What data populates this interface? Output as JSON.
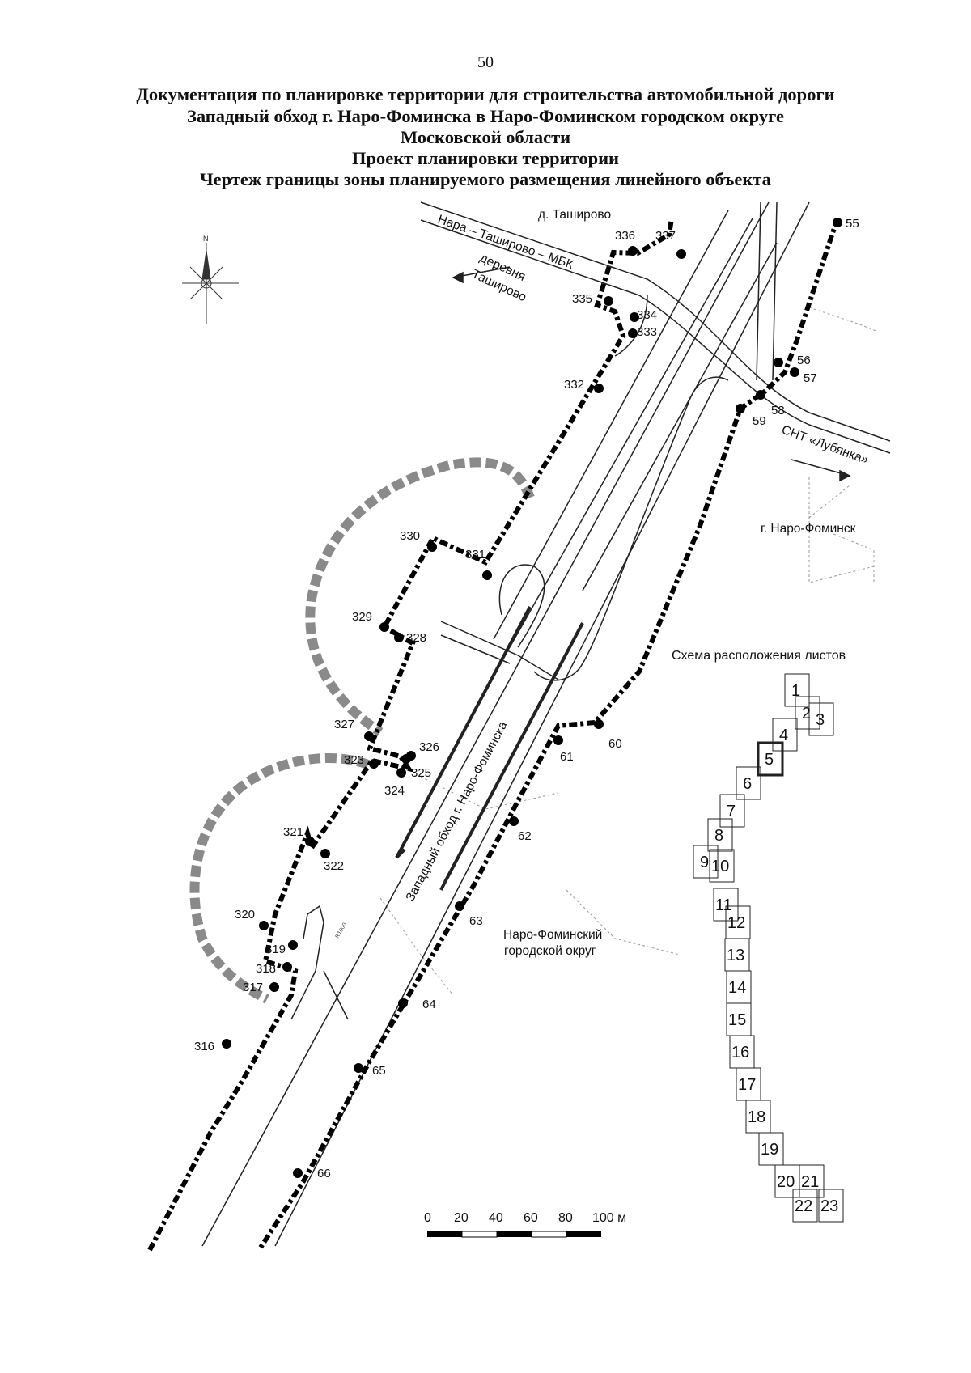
{
  "page_number": "50",
  "header": {
    "line1": "Документация по планировке территории для строительства автомобильной дороги",
    "line2": "Западный обход г. Наро-Фоминска в Наро-Фоминском городском округе",
    "line3": "Московской области",
    "line4": "Проект планировки территории",
    "line5": "Чертеж границы зоны планируемого размещения линейного объекта"
  },
  "map": {
    "compass_letter": "N",
    "labels": {
      "village_tashirovo": "д. Таширово",
      "road_name": "Нара – Таширово – МБК",
      "direction_village_1": "деревня",
      "direction_village_2": "Таширово",
      "snt": "СНТ «Лубянка»",
      "city": "г. Наро-Фоминск",
      "bypass": "Западный обход г. Наро-Фоминска",
      "district_1": "Наро-Фоминский",
      "district_2": "городской округ",
      "small_radius": "R1000"
    },
    "points": [
      "55",
      "56",
      "57",
      "58",
      "59",
      "60",
      "61",
      "62",
      "63",
      "64",
      "65",
      "66",
      "316",
      "317",
      "318",
      "319",
      "320",
      "321",
      "322",
      "323",
      "324",
      "325",
      "326",
      "327",
      "328",
      "329",
      "330",
      "331",
      "332",
      "333",
      "334",
      "335",
      "336",
      "337"
    ],
    "scale_bar": {
      "ticks": [
        "0",
        "20",
        "40",
        "60",
        "80",
        "100 м"
      ]
    },
    "sheet_layout": {
      "title": "Схема расположения листов",
      "sheets": [
        "1",
        "2",
        "3",
        "4",
        "5",
        "6",
        "7",
        "8",
        "9",
        "10",
        "11",
        "12",
        "13",
        "14",
        "15",
        "16",
        "17",
        "18",
        "19",
        "20",
        "21",
        "22",
        "23"
      ],
      "current_sheet": "5"
    }
  }
}
